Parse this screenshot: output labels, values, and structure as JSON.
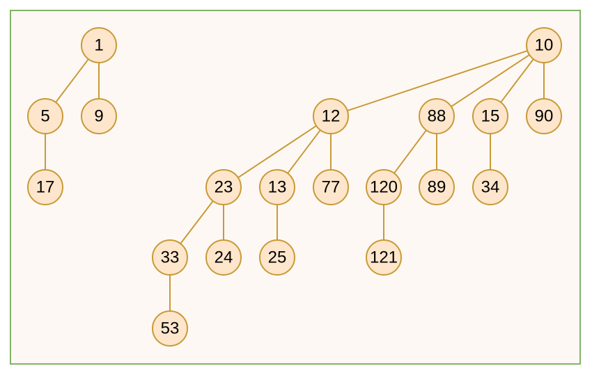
{
  "nodes": [
    {
      "id": "n1",
      "label": "1"
    },
    {
      "id": "n5",
      "label": "5"
    },
    {
      "id": "n9",
      "label": "9"
    },
    {
      "id": "n17",
      "label": "17"
    },
    {
      "id": "n10",
      "label": "10"
    },
    {
      "id": "n12",
      "label": "12"
    },
    {
      "id": "n88",
      "label": "88"
    },
    {
      "id": "n15",
      "label": "15"
    },
    {
      "id": "n90",
      "label": "90"
    },
    {
      "id": "n23",
      "label": "23"
    },
    {
      "id": "n13",
      "label": "13"
    },
    {
      "id": "n77",
      "label": "77"
    },
    {
      "id": "n120",
      "label": "120"
    },
    {
      "id": "n89",
      "label": "89"
    },
    {
      "id": "n34",
      "label": "34"
    },
    {
      "id": "n33",
      "label": "33"
    },
    {
      "id": "n24",
      "label": "24"
    },
    {
      "id": "n25",
      "label": "25"
    },
    {
      "id": "n121",
      "label": "121"
    },
    {
      "id": "n53",
      "label": "53"
    }
  ],
  "edges": [
    [
      "n1",
      "n5"
    ],
    [
      "n1",
      "n9"
    ],
    [
      "n5",
      "n17"
    ],
    [
      "n10",
      "n12"
    ],
    [
      "n10",
      "n88"
    ],
    [
      "n10",
      "n15"
    ],
    [
      "n10",
      "n90"
    ],
    [
      "n12",
      "n23"
    ],
    [
      "n12",
      "n13"
    ],
    [
      "n12",
      "n77"
    ],
    [
      "n88",
      "n120"
    ],
    [
      "n88",
      "n89"
    ],
    [
      "n15",
      "n34"
    ],
    [
      "n23",
      "n33"
    ],
    [
      "n23",
      "n24"
    ],
    [
      "n13",
      "n25"
    ],
    [
      "n120",
      "n121"
    ],
    [
      "n33",
      "n53"
    ]
  ],
  "colors": {
    "background": "#fdf8f4",
    "frame": "#82b366",
    "node_fill": "#fde6cc",
    "node_stroke": "#c99a36",
    "edge": "#c99a36",
    "text": "#000000"
  }
}
